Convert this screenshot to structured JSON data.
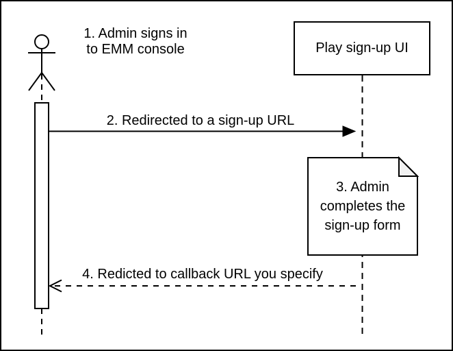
{
  "diagram": {
    "type": "uml-sequence-diagram",
    "colors": {
      "stroke": "#000000",
      "background": "#ffffff",
      "note_fold_fill": "#f2f2f2"
    },
    "actor": {
      "caption_line1": "1. Admin signs in",
      "caption_line2": "to EMM console"
    },
    "participant": {
      "label": "Play sign-up UI"
    },
    "messages": [
      {
        "step": 2,
        "label": "2. Redirected to a sign-up URL",
        "line_style": "solid",
        "arrowhead": "filled-triangle",
        "direction": "actor-to-participant"
      },
      {
        "step": 4,
        "label": "4. Redicted to callback URL you specify",
        "line_style": "dashed",
        "arrowhead": "open",
        "direction": "participant-to-actor"
      }
    ],
    "note": {
      "lines": [
        "3. Admin",
        "completes the",
        "sign-up form"
      ]
    }
  }
}
